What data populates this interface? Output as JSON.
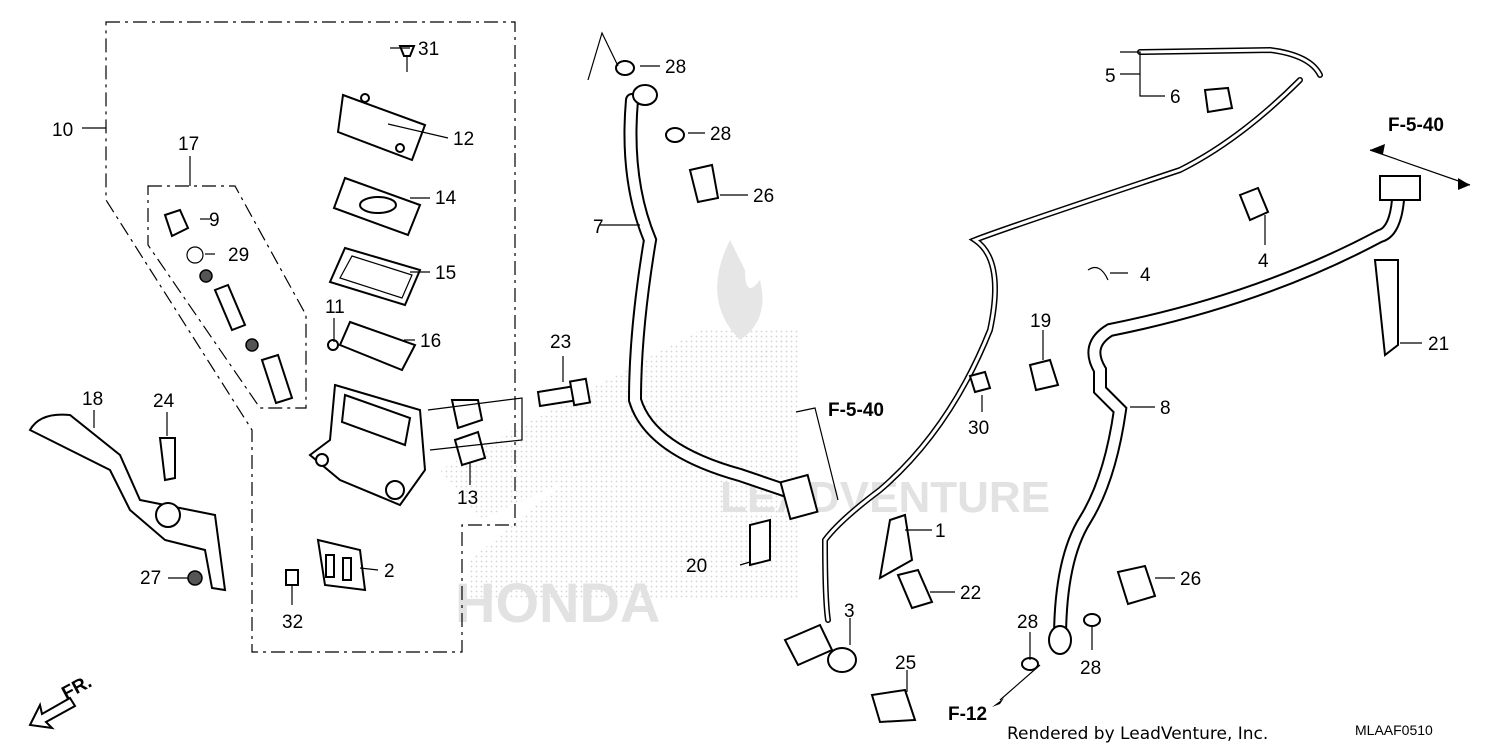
{
  "watermark": {
    "brand": "LEADVENTURE",
    "maker": "HONDA"
  },
  "footer": {
    "credit": "Rendered by LeadVenture, Inc.",
    "code": "MLAAF0510"
  },
  "direction": {
    "label": "FR."
  },
  "references": [
    {
      "label": "F-5-40"
    },
    {
      "label": "F-5-40"
    },
    {
      "label": "F-12"
    }
  ],
  "callouts": [
    {
      "label": "1"
    },
    {
      "label": "2"
    },
    {
      "label": "3"
    },
    {
      "label": "4"
    },
    {
      "label": "4"
    },
    {
      "label": "5"
    },
    {
      "label": "6"
    },
    {
      "label": "7"
    },
    {
      "label": "8"
    },
    {
      "label": "9"
    },
    {
      "label": "10"
    },
    {
      "label": "11"
    },
    {
      "label": "12"
    },
    {
      "label": "13"
    },
    {
      "label": "14"
    },
    {
      "label": "15"
    },
    {
      "label": "16"
    },
    {
      "label": "17"
    },
    {
      "label": "18"
    },
    {
      "label": "19"
    },
    {
      "label": "20"
    },
    {
      "label": "21"
    },
    {
      "label": "22"
    },
    {
      "label": "23"
    },
    {
      "label": "24"
    },
    {
      "label": "25"
    },
    {
      "label": "26"
    },
    {
      "label": "26"
    },
    {
      "label": "27"
    },
    {
      "label": "28"
    },
    {
      "label": "28"
    },
    {
      "label": "28"
    },
    {
      "label": "28"
    },
    {
      "label": "29"
    },
    {
      "label": "30"
    },
    {
      "label": "31"
    },
    {
      "label": "32"
    }
  ]
}
